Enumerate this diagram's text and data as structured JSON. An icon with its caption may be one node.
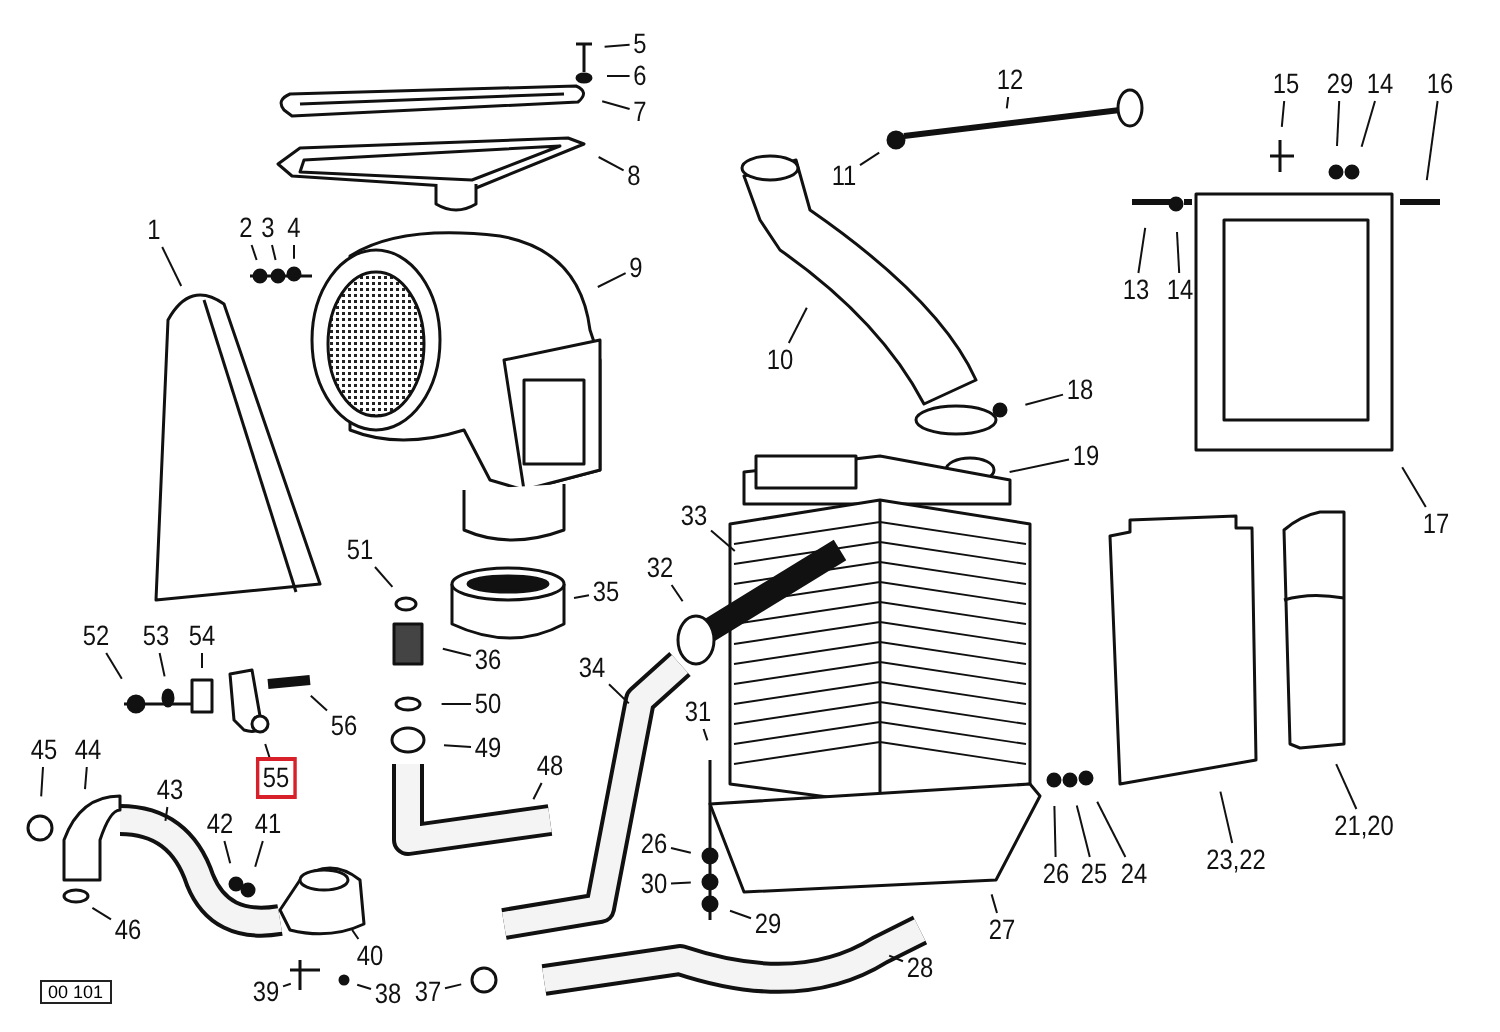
{
  "diagram": {
    "nodes": [
      {
        "text": [
          "5"
        ]
      },
      {
        "text": [
          "6"
        ]
      },
      {
        "text": [
          "7"
        ]
      },
      {
        "text": [
          "12"
        ]
      },
      {
        "text": [
          "15"
        ]
      },
      {
        "text": [
          "29"
        ]
      },
      {
        "text": [
          "14"
        ]
      },
      {
        "text": [
          "16"
        ]
      },
      {
        "text": [
          "11"
        ]
      },
      {
        "text": [
          "8"
        ]
      },
      {
        "text": [
          "1"
        ]
      },
      {
        "text": [
          "2"
        ]
      },
      {
        "text": [
          "3"
        ]
      },
      {
        "text": [
          "4"
        ]
      },
      {
        "text": [
          "9"
        ]
      },
      {
        "text": [
          "13"
        ]
      },
      {
        "text": [
          "14"
        ]
      },
      {
        "text": [
          "10"
        ]
      },
      {
        "text": [
          "18"
        ]
      },
      {
        "text": [
          "19"
        ]
      },
      {
        "text": [
          "33"
        ]
      },
      {
        "text": [
          "17"
        ]
      },
      {
        "text": [
          "51"
        ]
      },
      {
        "text": [
          "32"
        ]
      },
      {
        "text": [
          "35"
        ]
      },
      {
        "text": [
          "52"
        ]
      },
      {
        "text": [
          "53"
        ]
      },
      {
        "text": [
          "54"
        ]
      },
      {
        "text": [
          "36"
        ]
      },
      {
        "text": [
          "34"
        ]
      },
      {
        "text": [
          "50"
        ]
      },
      {
        "text": [
          "31"
        ]
      },
      {
        "text": [
          "56"
        ]
      },
      {
        "text": [
          "49"
        ]
      },
      {
        "text": [
          "45"
        ]
      },
      {
        "text": [
          "44"
        ]
      },
      {
        "text": [
          "55"
        ]
      },
      {
        "text": [
          "48"
        ]
      },
      {
        "text": [
          "43"
        ]
      },
      {
        "text": [
          "21,20"
        ]
      },
      {
        "text": [
          "42"
        ]
      },
      {
        "text": [
          "41"
        ]
      },
      {
        "text": [
          "26"
        ]
      },
      {
        "text": [
          "23,22"
        ]
      },
      {
        "text": [
          "26"
        ]
      },
      {
        "text": [
          "25"
        ]
      },
      {
        "text": [
          "24"
        ]
      },
      {
        "text": [
          "30"
        ]
      },
      {
        "text": [
          "29"
        ]
      },
      {
        "text": [
          "46"
        ]
      },
      {
        "text": [
          "27"
        ]
      },
      {
        "text": [
          "40"
        ]
      },
      {
        "text": [
          "28"
        ]
      },
      {
        "text": [
          "39"
        ]
      },
      {
        "text": [
          "38"
        ]
      },
      {
        "text": [
          "37"
        ]
      }
    ],
    "edges": [
      {
        "from": 0,
        "to": null,
        "arrow": "none"
      },
      {
        "from": 1,
        "to": null,
        "arrow": "none"
      },
      {
        "from": 2,
        "to": null,
        "arrow": "none"
      },
      {
        "from": 3,
        "to": null,
        "arrow": "none"
      },
      {
        "from": 4,
        "to": null,
        "arrow": "none"
      },
      {
        "from": 5,
        "to": null,
        "arrow": "none"
      },
      {
        "from": 6,
        "to": null,
        "arrow": "none"
      },
      {
        "from": 7,
        "to": null,
        "arrow": "none"
      },
      {
        "from": 8,
        "to": null,
        "arrow": "none"
      },
      {
        "from": 9,
        "to": null,
        "arrow": "none"
      },
      {
        "from": 10,
        "to": null,
        "arrow": "none"
      },
      {
        "from": 11,
        "to": null,
        "arrow": "none"
      },
      {
        "from": 12,
        "to": null,
        "arrow": "none"
      },
      {
        "from": 13,
        "to": null,
        "arrow": "none"
      },
      {
        "from": 14,
        "to": null,
        "arrow": "none"
      },
      {
        "from": 15,
        "to": null,
        "arrow": "none"
      },
      {
        "from": 16,
        "to": null,
        "arrow": "none"
      },
      {
        "from": 17,
        "to": null,
        "arrow": "none"
      },
      {
        "from": 18,
        "to": null,
        "arrow": "none"
      },
      {
        "from": 19,
        "to": null,
        "arrow": "none"
      },
      {
        "from": 20,
        "to": null,
        "arrow": "none"
      },
      {
        "from": 21,
        "to": null,
        "arrow": "none"
      },
      {
        "from": 22,
        "to": null,
        "arrow": "none"
      },
      {
        "from": 23,
        "to": null,
        "arrow": "none"
      },
      {
        "from": 24,
        "to": null,
        "arrow": "none"
      },
      {
        "from": 25,
        "to": null,
        "arrow": "none"
      },
      {
        "from": 26,
        "to": null,
        "arrow": "none"
      },
      {
        "from": 27,
        "to": null,
        "arrow": "none"
      },
      {
        "from": 28,
        "to": null,
        "arrow": "none"
      },
      {
        "from": 29,
        "to": null,
        "arrow": "none"
      },
      {
        "from": 30,
        "to": null,
        "arrow": "none"
      },
      {
        "from": 31,
        "to": null,
        "arrow": "none"
      },
      {
        "from": 32,
        "to": null,
        "arrow": "none"
      },
      {
        "from": 33,
        "to": null,
        "arrow": "none"
      },
      {
        "from": 34,
        "to": null,
        "arrow": "none"
      },
      {
        "from": 35,
        "to": null,
        "arrow": "none"
      },
      {
        "from": 36,
        "to": null,
        "arrow": "none"
      },
      {
        "from": 37,
        "to": null,
        "arrow": "none"
      },
      {
        "from": 38,
        "to": null,
        "arrow": "none"
      },
      {
        "from": 39,
        "to": null,
        "arrow": "none"
      },
      {
        "from": 40,
        "to": null,
        "arrow": "none"
      },
      {
        "from": 41,
        "to": null,
        "arrow": "none"
      },
      {
        "from": 42,
        "to": null,
        "arrow": "none"
      },
      {
        "from": 43,
        "to": null,
        "arrow": "none"
      },
      {
        "from": 44,
        "to": null,
        "arrow": "none"
      },
      {
        "from": 45,
        "to": null,
        "arrow": "none"
      },
      {
        "from": 46,
        "to": null,
        "arrow": "none"
      },
      {
        "from": 47,
        "to": null,
        "arrow": "none"
      },
      {
        "from": 48,
        "to": null,
        "arrow": "none"
      },
      {
        "from": 49,
        "to": null,
        "arrow": "none"
      },
      {
        "from": 50,
        "to": null,
        "arrow": "none"
      },
      {
        "from": 51,
        "to": null,
        "arrow": "none"
      },
      {
        "from": 52,
        "to": null,
        "arrow": "none"
      },
      {
        "from": 53,
        "to": null,
        "arrow": "none"
      },
      {
        "from": 54,
        "to": null,
        "arrow": "none"
      },
      {
        "from": 55,
        "to": null,
        "arrow": "none"
      }
    ],
    "labels": [
      "00 101"
    ]
  }
}
